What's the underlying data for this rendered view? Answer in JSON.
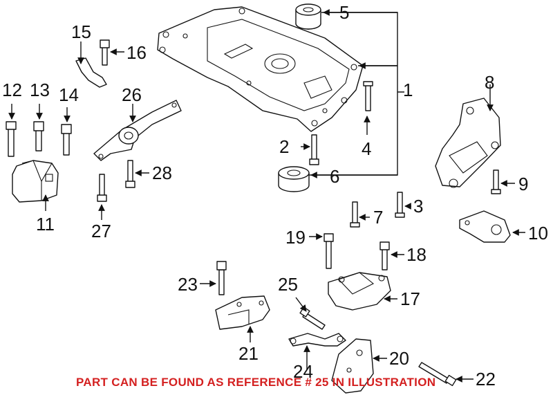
{
  "diagram": {
    "callouts": [
      "1",
      "2",
      "3",
      "4",
      "5",
      "6",
      "7",
      "8",
      "9",
      "10",
      "11",
      "12",
      "13",
      "14",
      "15",
      "16",
      "17",
      "18",
      "19",
      "20",
      "21",
      "22",
      "23",
      "24",
      "25",
      "26",
      "27",
      "28"
    ],
    "footer_note": "PART CAN BE FOUND AS REFERENCE # 25 IN ILLUSTRATION",
    "footer_color": "#d42020",
    "line_color": "#111111"
  }
}
